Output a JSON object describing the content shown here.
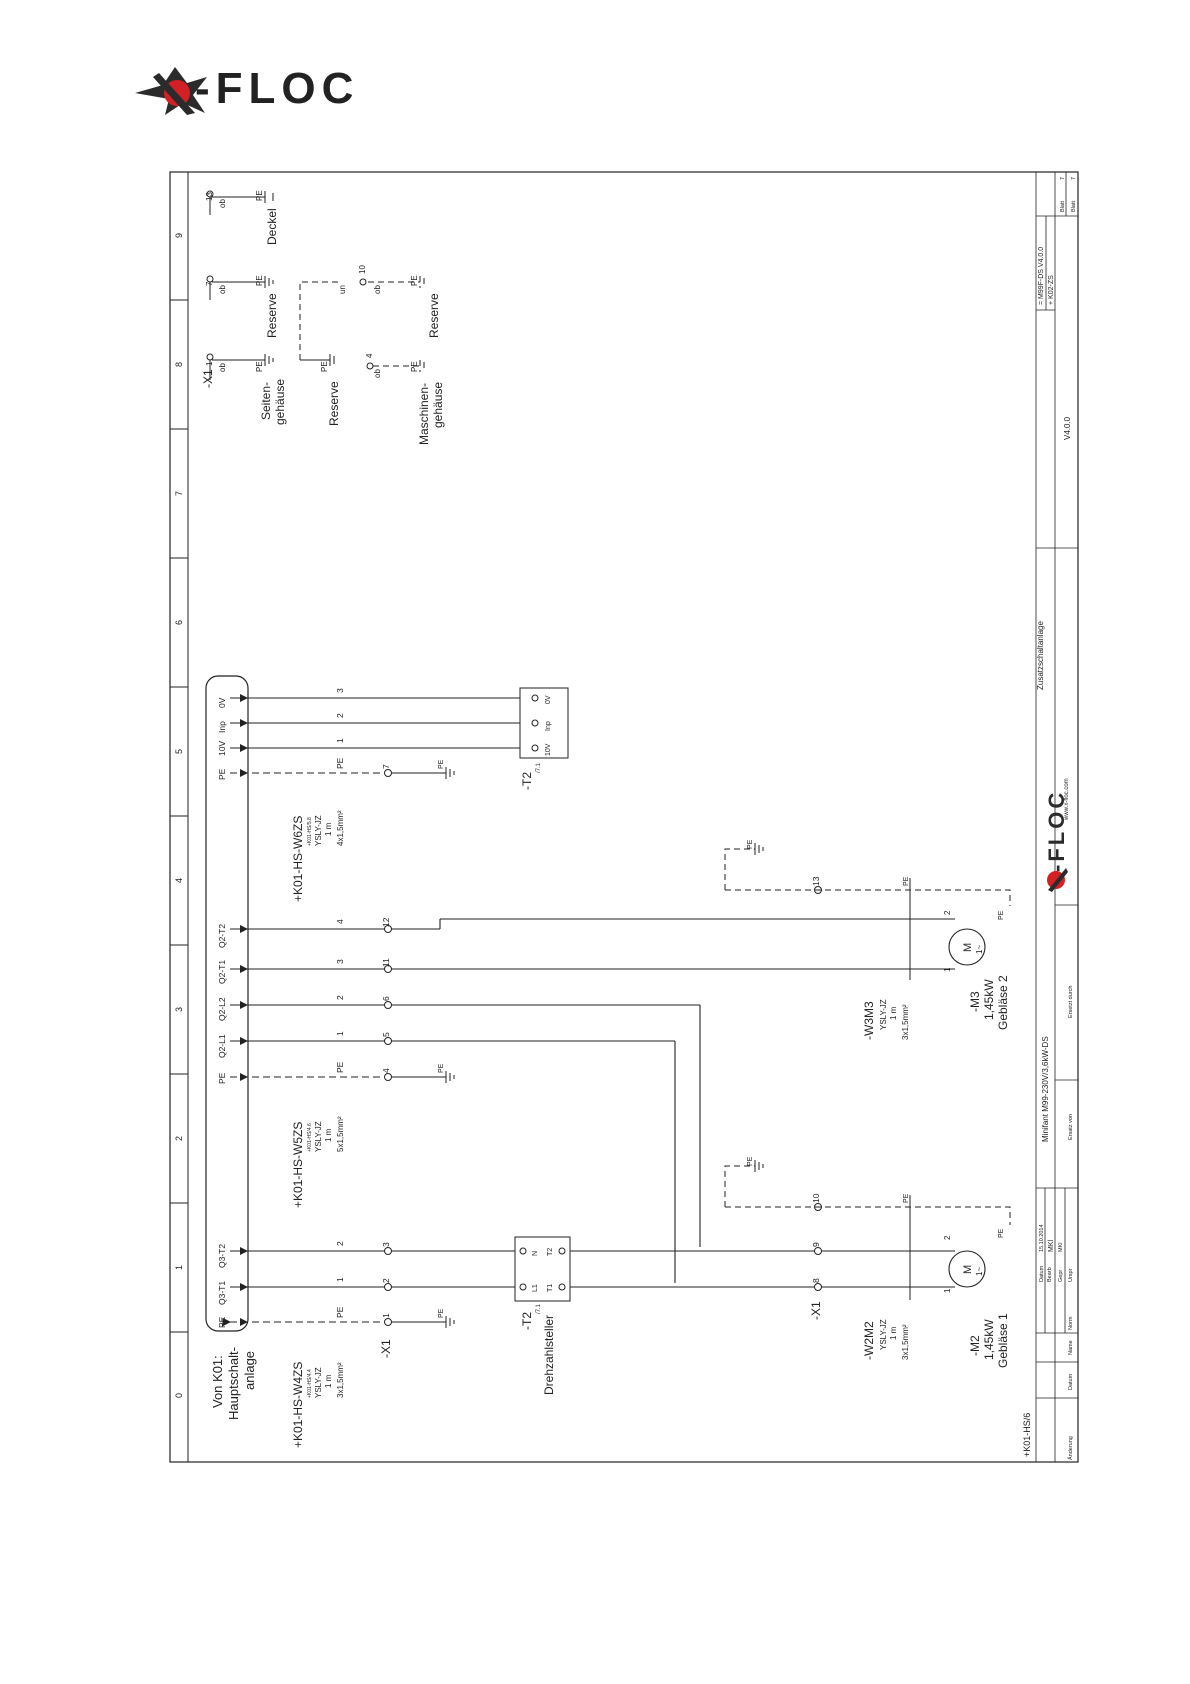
{
  "logo": {
    "text": "-FLOC"
  },
  "frame_columns": [
    "0",
    "1",
    "2",
    "3",
    "4",
    "5",
    "6",
    "7",
    "8",
    "9"
  ],
  "page_ref": "+K01-HS/6",
  "source": {
    "line1": "Von K01:",
    "line2": "Hauptschalt-",
    "line3": "anlage"
  },
  "terminals_in": {
    "pe1": "PE",
    "q3t1": "Q3-T1",
    "q3t2": "Q3-T2",
    "pe2": "PE",
    "q2l1": "Q2-L1",
    "q2l2": "Q2-L2",
    "q2t1": "Q2-T1",
    "q2t2": "Q2-T2",
    "pe3": "PE",
    "v10": "10V",
    "inp": "Inp",
    "v0": "0V"
  },
  "cables": {
    "w4": {
      "name": "+K01-HS-W4ZS",
      "ref": "+K01-HS/4.4",
      "type": "YSLY-JZ",
      "len": "1 m",
      "cs": "3x1,5mm²"
    },
    "w5": {
      "name": "+K01-HS-W5ZS",
      "ref": "+K01-HS/4.6",
      "type": "YSLY-JZ",
      "len": "1 m",
      "cs": "5x1,5mm²"
    },
    "w6": {
      "name": "+K01-HS-W6ZS",
      "ref": "+K01-HS/5.8",
      "type": "YSLY-JZ",
      "len": "1 m",
      "cs": "4x1,5mm²"
    },
    "w2m2": {
      "name": "-W2M2",
      "type": "YSLY-JZ",
      "len": "1 m",
      "cs": "3x1,5mm²"
    },
    "w3m3": {
      "name": "-W3M3",
      "type": "YSLY-JZ",
      "len": "1 m",
      "cs": "3x1,5mm²"
    }
  },
  "conductor_nums": {
    "pe": "PE",
    "n1": "1",
    "n2": "2",
    "n3": "3",
    "n4": "4"
  },
  "terminal_x1": {
    "name": "-X1",
    "t1": "1",
    "t2": "2",
    "t3": "3",
    "t4": "4",
    "t5": "5",
    "t6": "6",
    "t7": "7",
    "t8": "8",
    "t9": "9",
    "t10": "10",
    "t11": "11",
    "t12": "12",
    "t13": "13"
  },
  "speed_ctrl": {
    "name": "-T2",
    "ref": "/7.1",
    "label": "Drehzahlsteller",
    "n": "N",
    "l1": "L1",
    "t1": "T1",
    "t2": "T2"
  },
  "ctrl_box": {
    "name": "-T2",
    "ref": "/7.1",
    "v10": "10V",
    "inp": "Inp",
    "v0": "0V"
  },
  "motors": {
    "m2": {
      "name": "-M2",
      "power": "1,45kW",
      "desc": "Gebläse 1",
      "m": "M",
      "ph": "1~"
    },
    "m3": {
      "name": "-M3",
      "power": "1,45kW",
      "desc": "Gebläse 2",
      "m": "M",
      "ph": "1~"
    }
  },
  "earthing": {
    "x1": "-X1",
    "seiten1": "Seiten-",
    "seiten2": "gehäuse",
    "reserve": "Reserve",
    "masch1": "Maschinen-",
    "masch2": "gehäuse",
    "deckel": "Deckel",
    "ob": "ob",
    "un": "un"
  },
  "title_block": {
    "datum_label": "Datum",
    "datum": "15.10.2014",
    "bearb_label": "Bearb",
    "bearb": "MKl",
    "gepr_label": "Gepr",
    "gepr": "MKl",
    "norm_label": "Norm",
    "urspr_label": "Urspr",
    "aenderung_label": "Änderung",
    "datum2_label": "Datum",
    "name_label": "Name",
    "ersatz_von": "Ersatz von",
    "ersetzt_durch": "Ersetzt durch",
    "drawing_title": "Minifant M99-230V/3,6kW-DS",
    "company_web": "www.x-floc.com",
    "subtitle": "Zusatzschaltanlage",
    "doc": "= M99F-DS V4.0.0",
    "loc": "+ K02-ZS",
    "version": "V4.0.0",
    "blatt_label": "Blatt",
    "blatt": "7",
    "blatt2_label": "Blatt",
    "blatt2": "7"
  },
  "colors": {
    "line": "#222222",
    "accent": "#d32027",
    "dark": "#2b2b2b"
  }
}
